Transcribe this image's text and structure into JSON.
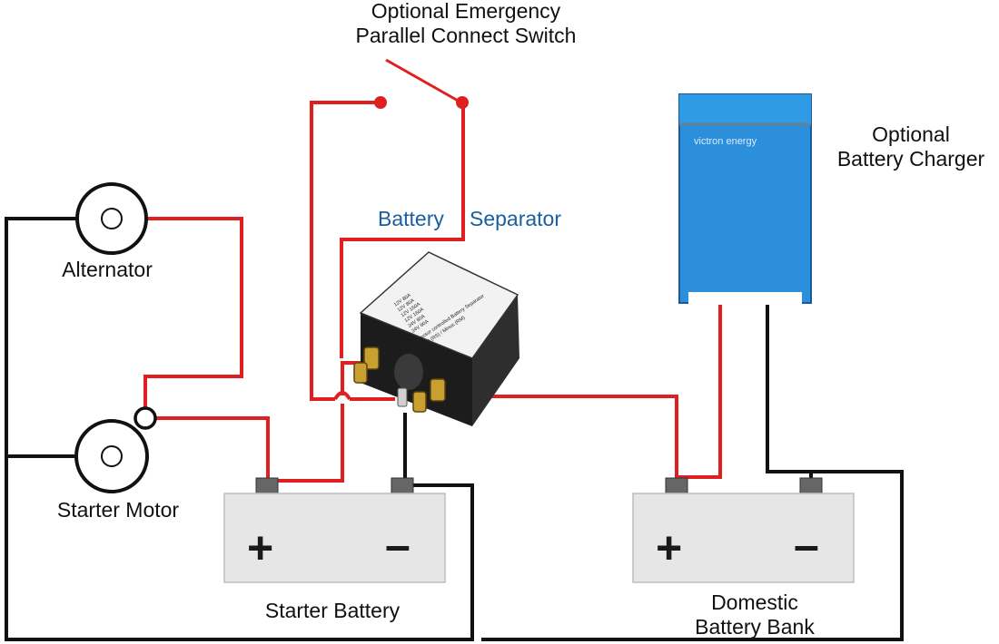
{
  "labels": {
    "switch_line1": "Optional Emergency",
    "switch_line2": "Parallel Connect Switch",
    "separator_word1": "Battery",
    "separator_word2": "Separator",
    "charger_line1": "Optional",
    "charger_line2": "Battery Charger",
    "alternator": "Alternator",
    "starter_motor": "Starter Motor",
    "starter_battery": "Starter Battery",
    "domestic_line1": "Domestic",
    "domestic_line2": "Battery Bank"
  },
  "charger_brand": "victron energy",
  "separator_device": {
    "label_lines": [
      "12V  80A",
      "12V  80A",
      "12V 160A",
      "12V 160A",
      "24V  80A",
      "24V  80A"
    ],
    "caption": "Microprocessor controlled Battery Separator",
    "note": "Start Control (RS) / Minus (RM)"
  },
  "terminals": {
    "plus": "+",
    "minus": "–"
  },
  "colors": {
    "positive_wire": "#e02020",
    "negative_wire": "#111111",
    "charger_blue": "#2b8fdc",
    "battery_body": "#e6e6e6",
    "label_blue": "#1a5fa0"
  }
}
